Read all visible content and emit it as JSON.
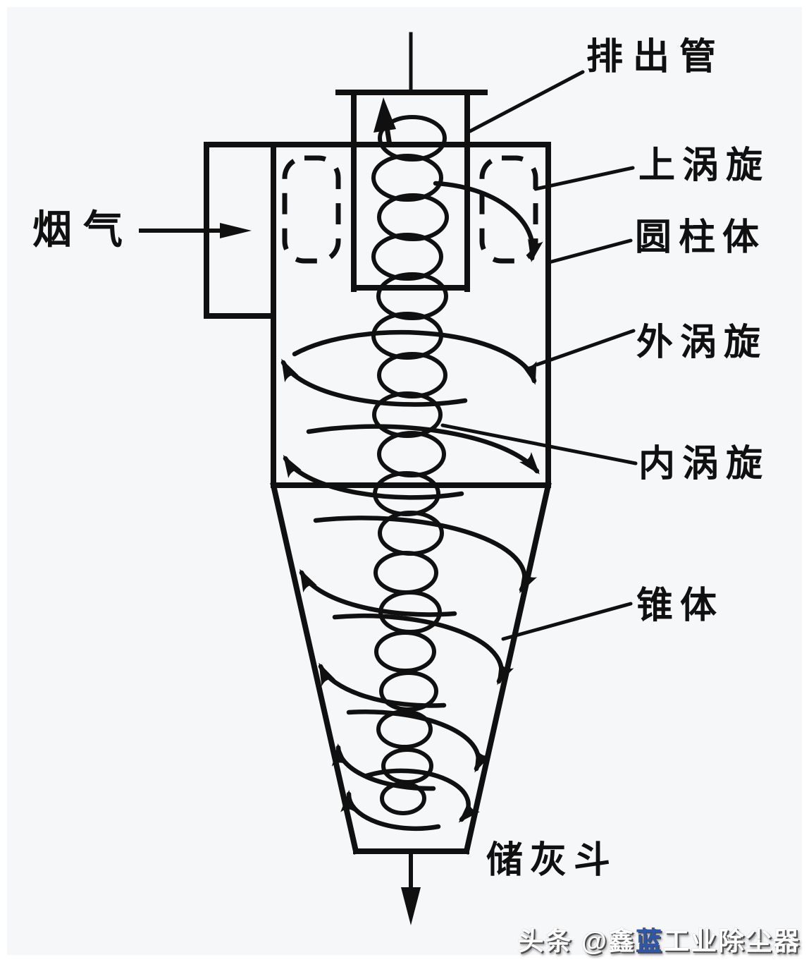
{
  "diagram": {
    "labels": {
      "flue_gas": "烟气",
      "discharge_pipe": "排出管",
      "upper_vortex": "上涡旋",
      "cylinder_body": "圆柱体",
      "outer_vortex": "外涡旋",
      "inner_vortex": "内涡旋",
      "cone_body": "锥体",
      "ash_hopper": "储灰斗"
    },
    "colors": {
      "line": "#101010",
      "background": "#f6f7f9",
      "watermark_blue": "#2b57b0"
    }
  },
  "watermark": {
    "prefix": "头条 @鑫",
    "blue_char": "蓝",
    "suffix": "工业除尘器"
  }
}
